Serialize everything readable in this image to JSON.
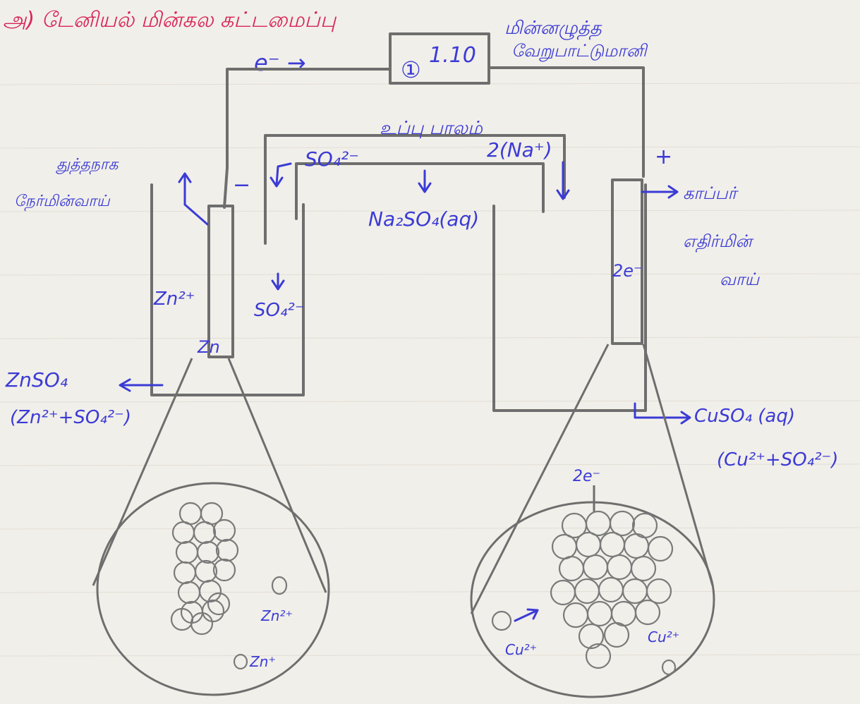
{
  "heading": "அ) டேனியல் மின்கல கட்டமைப்பு",
  "meter": {
    "reading": "1.10",
    "symbol": "①",
    "label_line1": "மின்னழுத்த",
    "label_line2": "வேறுபாட்டுமானி"
  },
  "electron_flow": "e⁻ →",
  "salt_bridge": {
    "label": "உப்பு பாலம்",
    "sulfate": "SO₄²⁻",
    "sodium": "2(Na⁺)",
    "solution": "Na₂SO₄(aq)"
  },
  "anode": {
    "label_line1": "துத்தநாக",
    "label_line2": "நேர்மின்வாய்",
    "sign": "−",
    "ion": "Zn²⁺",
    "metal": "Zn",
    "sulfate": "SO₄²⁻"
  },
  "anode_solution": {
    "formula": "ZnSO₄",
    "ions": "(Zn²⁺+SO₄²⁻)"
  },
  "cathode": {
    "label_line1": "காப்பர்",
    "label_line2": "எதிர்மின்",
    "label_line3": "வாய்",
    "sign": "+",
    "electrons": "2e⁻"
  },
  "cathode_solution": {
    "formula": "CuSO₄ (aq)",
    "ions": "(Cu²⁺+SO₄²⁻)"
  },
  "zoom_left": {
    "ion1": "Zn²⁺",
    "ion2": "Zn⁺"
  },
  "zoom_right": {
    "electrons": "2e⁻",
    "ion1": "Cu²⁺",
    "ion2": "Cu²⁺"
  },
  "colors": {
    "ink": "#3b3bd6",
    "title": "#d8265a",
    "pencil": "#6e6e6e",
    "paper": "#f1efe9"
  }
}
